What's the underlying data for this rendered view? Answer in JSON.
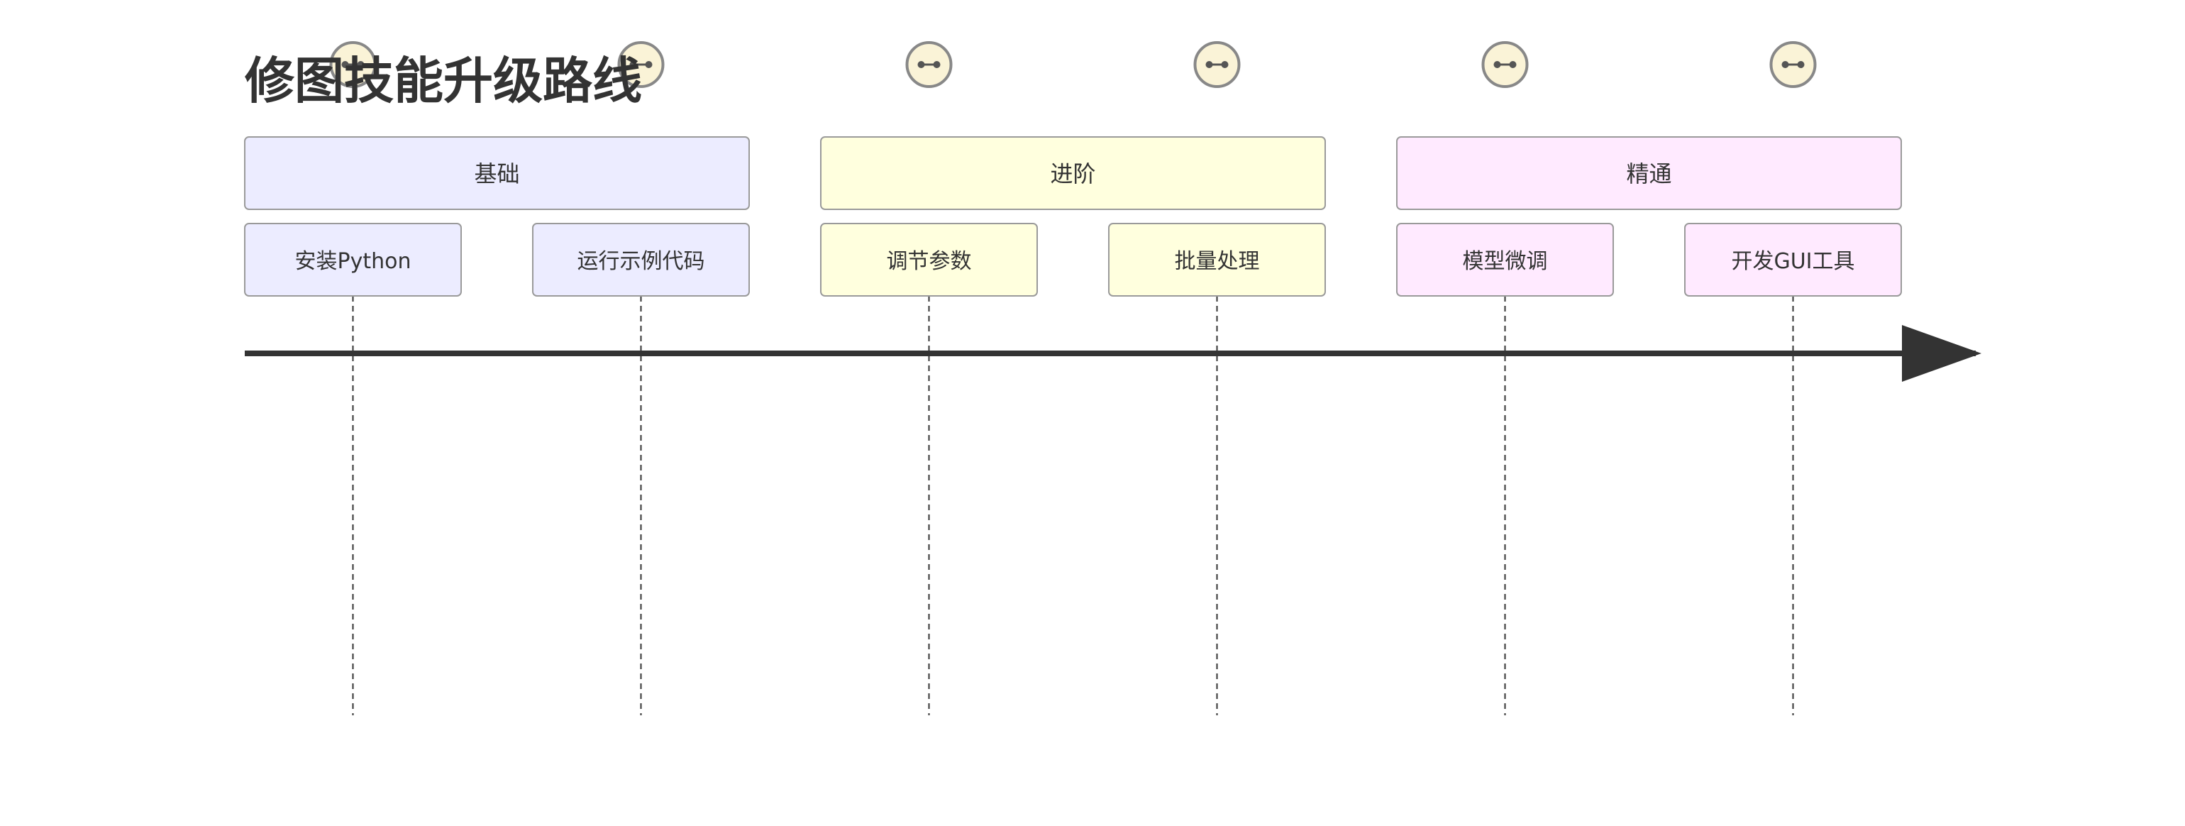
{
  "diagram": {
    "title": "修图技能升级路线",
    "colors": {
      "basic_fill": "#ECECFF",
      "advanced_fill": "#FFFFDE",
      "master_fill": "#FFEAFF",
      "node_stroke": "#9A9A9A",
      "axis": "#333333",
      "text": "#333333",
      "icon_stroke": "#888888",
      "icon_fill": "#FAF3D7"
    },
    "timeline_icon": "timeline-marker-icon",
    "sections": [
      {
        "name": "基础",
        "color_key": "basic_fill",
        "events": [
          "安装Python",
          "运行示例代码"
        ]
      },
      {
        "name": "进阶",
        "color_key": "advanced_fill",
        "events": [
          "调节参数",
          "批量处理"
        ]
      },
      {
        "name": "精通",
        "color_key": "master_fill",
        "events": [
          "模型微调",
          "开发GUI工具"
        ]
      }
    ]
  }
}
